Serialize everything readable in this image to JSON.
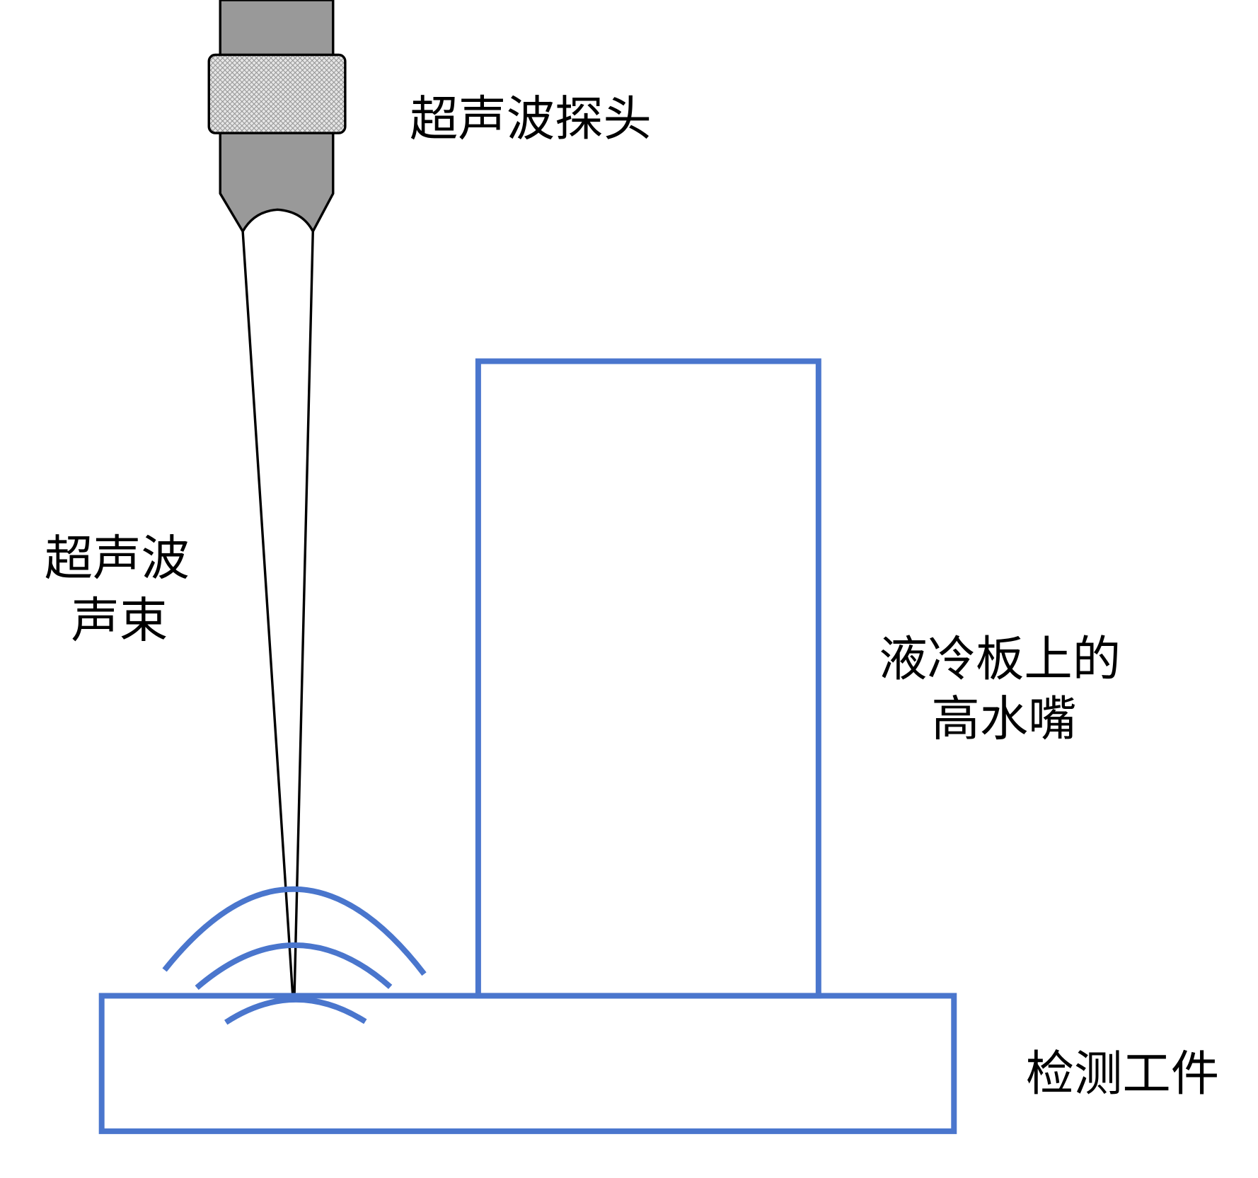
{
  "labels": {
    "probe": "超声波探头",
    "beam_line1": "超声波",
    "beam_line2": "声束",
    "nozzle_line1": "液冷板上的",
    "nozzle_line2": "高水嘴",
    "workpiece": "检测工件"
  },
  "colors": {
    "outline_blue": "#4a76cd",
    "probe_gray": "#999999",
    "collar_gray": "#d0d0d0",
    "stroke_black": "#000000"
  }
}
